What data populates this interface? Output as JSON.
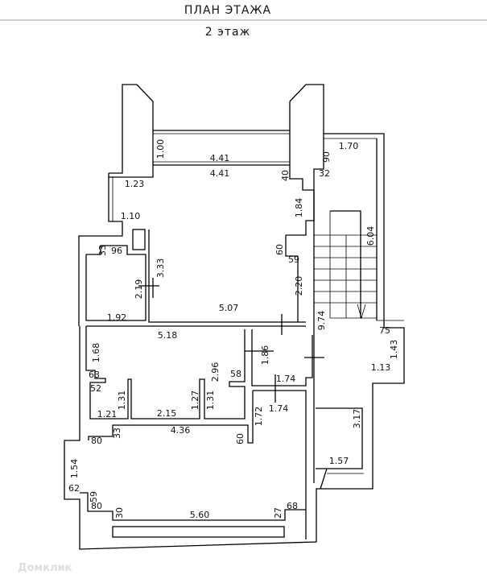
{
  "header": {
    "title": "ПЛАН ЭТАЖА",
    "subtitle": "2 этаж"
  },
  "watermark": "Домклик",
  "dims": [
    "1.00",
    "4.41",
    "4.41",
    "1.70",
    "90",
    "32",
    "40",
    "1.23",
    "1.84",
    "1.10",
    "6.04",
    "33",
    "96",
    "60",
    "59",
    "3.33",
    "2.19",
    "2.20",
    "5.07",
    "1.92",
    "9.74",
    "75",
    "5.18",
    "1.43",
    "1.68",
    "1.86",
    "2.96",
    "58",
    "63",
    "1.74",
    "1.13",
    "52",
    "1.31",
    "1.27",
    "1.31",
    "1.74",
    "1.72",
    "3.17",
    "1.21",
    "2.15",
    "4.36",
    "33",
    "80",
    "60",
    "1.54",
    "1.57",
    "62",
    "59",
    "80",
    "30",
    "5.60",
    "27",
    "68"
  ]
}
